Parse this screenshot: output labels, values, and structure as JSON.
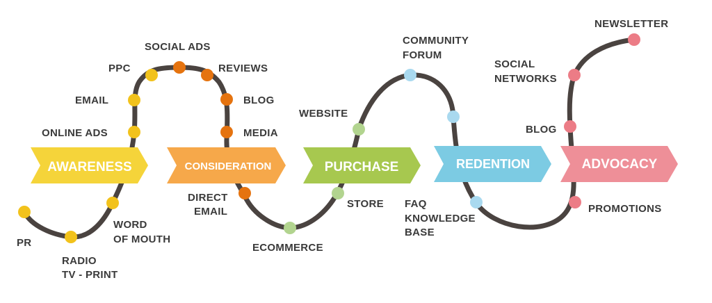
{
  "stages": [
    {
      "label": "AWARENESS",
      "color": "#f5d43a"
    },
    {
      "label": "CONSIDERATION",
      "color": "#f6a84a"
    },
    {
      "label": "PURCHASE",
      "color": "#a7c84f"
    },
    {
      "label": "REDENTION",
      "color": "#7ccbe3"
    },
    {
      "label": "ADVOCACY",
      "color": "#ee8f98"
    }
  ],
  "touchpoints": {
    "awareness": [
      "PR",
      "RADIO",
      "TV - PRINT",
      "WORD",
      "OF MOUTH",
      "ONLINE ADS",
      "EMAIL",
      "PPC"
    ],
    "consideration": [
      "SOCIAL ADS",
      "REVIEWS",
      "BLOG",
      "MEDIA",
      "DIRECT",
      "EMAIL"
    ],
    "purchase": [
      "ECOMMERCE",
      "STORE",
      "WEBSITE"
    ],
    "redention": [
      "COMMUNITY",
      "FORUM",
      "FAQ",
      "KNOWLEDGE",
      "BASE"
    ],
    "advocacy": [
      "PROMOTIONS",
      "BLOG",
      "SOCIAL",
      "NETWORKS",
      "NEWSLETTER"
    ]
  },
  "colors": {
    "path": "#4a4340",
    "awareness_dot": "#f2c21b",
    "consideration_dot": "#e5730f",
    "purchase_dot": "#b2d48f",
    "redention_dot": "#a9d9ef",
    "advocacy_dot": "#ec7c86",
    "label": "#3a3a3a"
  }
}
